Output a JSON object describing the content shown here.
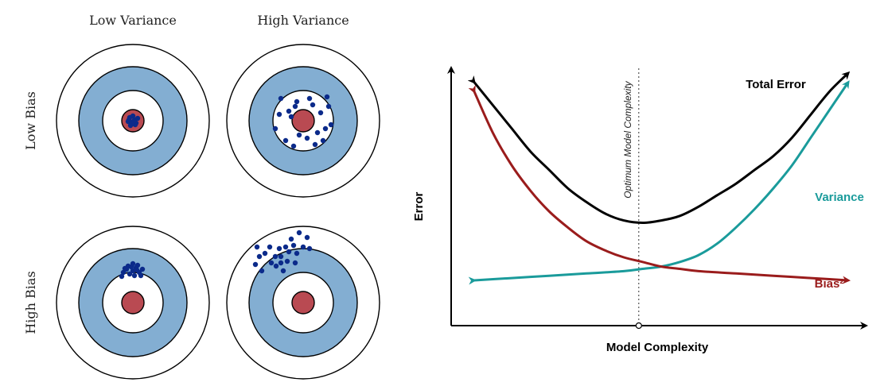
{
  "left_panel": {
    "col_headers": [
      "Low Variance",
      "High Variance"
    ],
    "row_headers": [
      "Low Bias",
      "High Bias"
    ],
    "colors": {
      "outer_ring": "#ffffff",
      "blue_ring": "#83aed2",
      "inner_white": "#ffffff",
      "bullseye": "#b94a52",
      "dot": "#0b2a8a",
      "stroke": "#000000"
    },
    "targets": [
      {
        "id": "low-bias-low-variance",
        "shots": [
          [
            -4,
            -4
          ],
          [
            -2,
            2
          ],
          [
            2,
            -1
          ],
          [
            4,
            3
          ],
          [
            -6,
            1
          ],
          [
            0,
            -6
          ],
          [
            3,
            5
          ],
          [
            -3,
            6
          ],
          [
            6,
            -3
          ],
          [
            -5,
            -1
          ],
          [
            1,
            1
          ],
          [
            -1,
            4
          ]
        ]
      },
      {
        "id": "low-bias-high-variance",
        "shots": [
          [
            -28,
            -28
          ],
          [
            -10,
            -18
          ],
          [
            -15,
            -5
          ],
          [
            -35,
            10
          ],
          [
            -22,
            25
          ],
          [
            -5,
            18
          ],
          [
            12,
            -20
          ],
          [
            22,
            -10
          ],
          [
            30,
            -30
          ],
          [
            18,
            15
          ],
          [
            35,
            5
          ],
          [
            -18,
            -12
          ],
          [
            5,
            22
          ],
          [
            -30,
            -8
          ],
          [
            25,
            25
          ],
          [
            8,
            -28
          ],
          [
            -12,
            32
          ],
          [
            32,
            -18
          ],
          [
            -8,
            -24
          ],
          [
            15,
            30
          ],
          [
            28,
            10
          ]
        ]
      },
      {
        "id": "high-bias-low-variance",
        "shots": [
          [
            -12,
            -38
          ],
          [
            -8,
            -42
          ],
          [
            -4,
            -36
          ],
          [
            0,
            -40
          ],
          [
            4,
            -44
          ],
          [
            8,
            -38
          ],
          [
            12,
            -42
          ],
          [
            -6,
            -46
          ],
          [
            2,
            -34
          ],
          [
            6,
            -47
          ],
          [
            -10,
            -43
          ],
          [
            10,
            -34
          ],
          [
            -2,
            -45
          ],
          [
            5,
            -41
          ],
          [
            0,
            -49
          ],
          [
            -14,
            -33
          ]
        ]
      },
      {
        "id": "high-bias-high-variance",
        "shots": [
          [
            -60,
            -48
          ],
          [
            -55,
            -58
          ],
          [
            -48,
            -62
          ],
          [
            -40,
            -50
          ],
          [
            -34,
            -46
          ],
          [
            -28,
            -58
          ],
          [
            -22,
            -70
          ],
          [
            -15,
            -80
          ],
          [
            -5,
            -88
          ],
          [
            -8,
            -62
          ],
          [
            0,
            -70
          ],
          [
            8,
            -68
          ],
          [
            -20,
            -52
          ],
          [
            -30,
            -68
          ],
          [
            -25,
            -40
          ],
          [
            -10,
            -50
          ],
          [
            -52,
            -40
          ],
          [
            -35,
            -58
          ],
          [
            -18,
            -64
          ],
          [
            -42,
            -70
          ],
          [
            5,
            -82
          ],
          [
            -12,
            -72
          ],
          [
            -28,
            -50
          ],
          [
            -58,
            -70
          ]
        ]
      }
    ]
  },
  "right_panel": {
    "y_axis_label": "Error",
    "x_axis_label": "Model Complexity",
    "optimum_label": "Optimum Model Complexity",
    "colors": {
      "total": "#000000",
      "variance": "#1a9b9b",
      "bias": "#9a1c1c",
      "axis": "#000000"
    }
  },
  "chart_data": {
    "type": "line",
    "xlabel": "Model Complexity",
    "ylabel": "Error",
    "series": [
      {
        "name": "Total Error",
        "x": [
          0.0,
          0.05,
          0.1,
          0.15,
          0.2,
          0.25,
          0.3,
          0.35,
          0.4,
          0.45,
          0.5,
          0.55,
          0.6,
          0.65,
          0.7,
          0.75,
          0.8,
          0.85,
          0.9,
          0.95,
          1.0
        ],
        "y": [
          0.96,
          0.86,
          0.76,
          0.66,
          0.58,
          0.5,
          0.44,
          0.39,
          0.36,
          0.35,
          0.36,
          0.38,
          0.42,
          0.47,
          0.52,
          0.58,
          0.64,
          0.72,
          0.82,
          0.92,
          1.0
        ]
      },
      {
        "name": "Variance",
        "x": [
          0.0,
          0.1,
          0.2,
          0.3,
          0.4,
          0.45,
          0.5,
          0.55,
          0.6,
          0.65,
          0.7,
          0.75,
          0.8,
          0.85,
          0.9,
          0.95,
          1.0
        ],
        "y": [
          0.1,
          0.11,
          0.12,
          0.13,
          0.14,
          0.15,
          0.16,
          0.18,
          0.21,
          0.26,
          0.33,
          0.41,
          0.5,
          0.6,
          0.72,
          0.84,
          0.96
        ]
      },
      {
        "name": "Bias²",
        "x": [
          0.0,
          0.05,
          0.1,
          0.15,
          0.2,
          0.25,
          0.3,
          0.35,
          0.4,
          0.45,
          0.5,
          0.55,
          0.6,
          0.7,
          0.8,
          0.9,
          1.0
        ],
        "y": [
          0.92,
          0.74,
          0.6,
          0.49,
          0.4,
          0.33,
          0.27,
          0.23,
          0.2,
          0.18,
          0.16,
          0.15,
          0.14,
          0.13,
          0.12,
          0.11,
          0.1
        ]
      }
    ],
    "optimum_x": 0.44
  }
}
